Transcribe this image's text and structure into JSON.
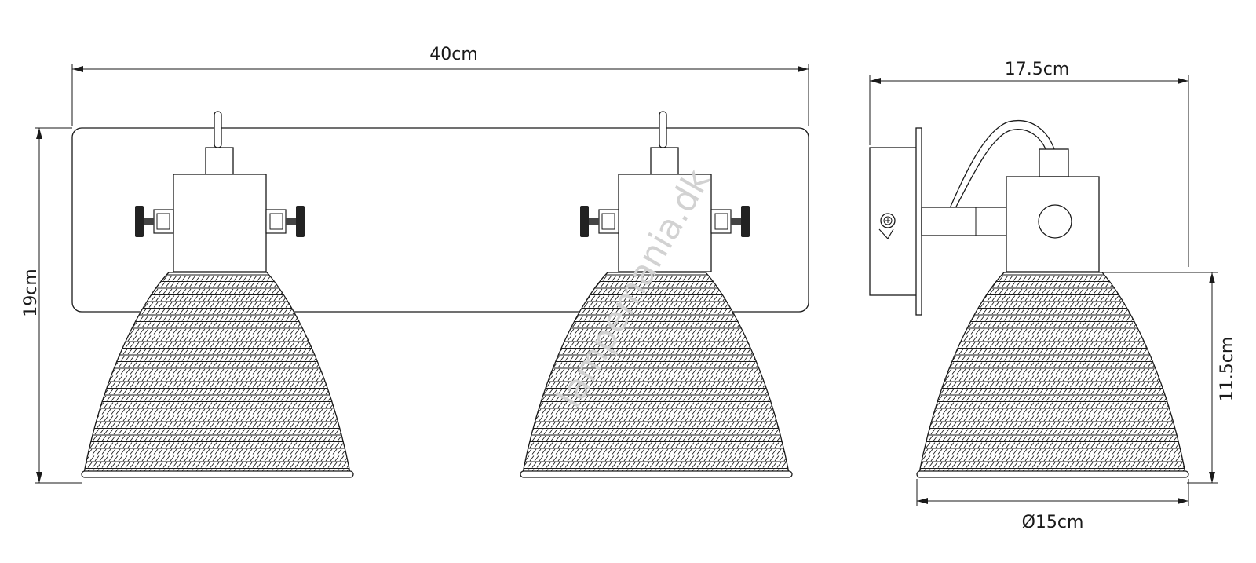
{
  "dimensions": {
    "front_width": "40cm",
    "height": "19cm",
    "side_depth": "17.5cm",
    "shade_height": "11.5cm",
    "shade_diameter": "Ø15cm"
  },
  "watermark": "lampemania.dk",
  "colors": {
    "line": "#1a1a1a",
    "watermark": "#d2d2d2",
    "background": "#ffffff"
  }
}
